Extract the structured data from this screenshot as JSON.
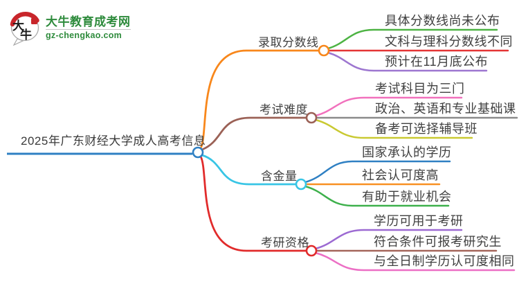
{
  "logo": {
    "title": "大牛教育成考网",
    "url": "gz-chengkao.com",
    "icon_char1": "大",
    "icon_char2": "牛",
    "brand_green": "#2e8b3c",
    "seal_red": "#c8262b"
  },
  "central": {
    "title": "2025年广东财经大学成人高考信息",
    "color": "#2f80c3"
  },
  "branches": [
    {
      "label": "录取分数线",
      "color": "#f8871b",
      "children": [
        {
          "label": "具体分数线尚未公布",
          "color": "#4db343"
        },
        {
          "label": "文科与理科分数线不同",
          "color": "#e43434"
        },
        {
          "label": "预计在11月底公布",
          "color": "#9d76d0"
        }
      ]
    },
    {
      "label": "考试难度",
      "color": "#9b6156",
      "children": [
        {
          "label": "考试科目为三门",
          "color": "#f171bd"
        },
        {
          "label": "政治、英语和专业基础课",
          "color": "#8a8a8a"
        },
        {
          "label": "备考可选择辅导班",
          "color": "#c9c931"
        }
      ]
    },
    {
      "label": "含金量",
      "color": "#38c5e5",
      "children": [
        {
          "label": "国家承认的学历",
          "color": "#2f80c3"
        },
        {
          "label": "社会认可度高",
          "color": "#f89022"
        },
        {
          "label": "有助于就业机会",
          "color": "#3db04b"
        }
      ]
    },
    {
      "label": "考研资格",
      "color": "#e12b2b",
      "children": [
        {
          "label": "学历可用于考研",
          "color": "#9c6ad2"
        },
        {
          "label": "符合条件可报考研究生",
          "color": "#a4655a"
        },
        {
          "label": "与全日制学历认可度相同",
          "color": "#ec6fc5"
        }
      ]
    }
  ]
}
